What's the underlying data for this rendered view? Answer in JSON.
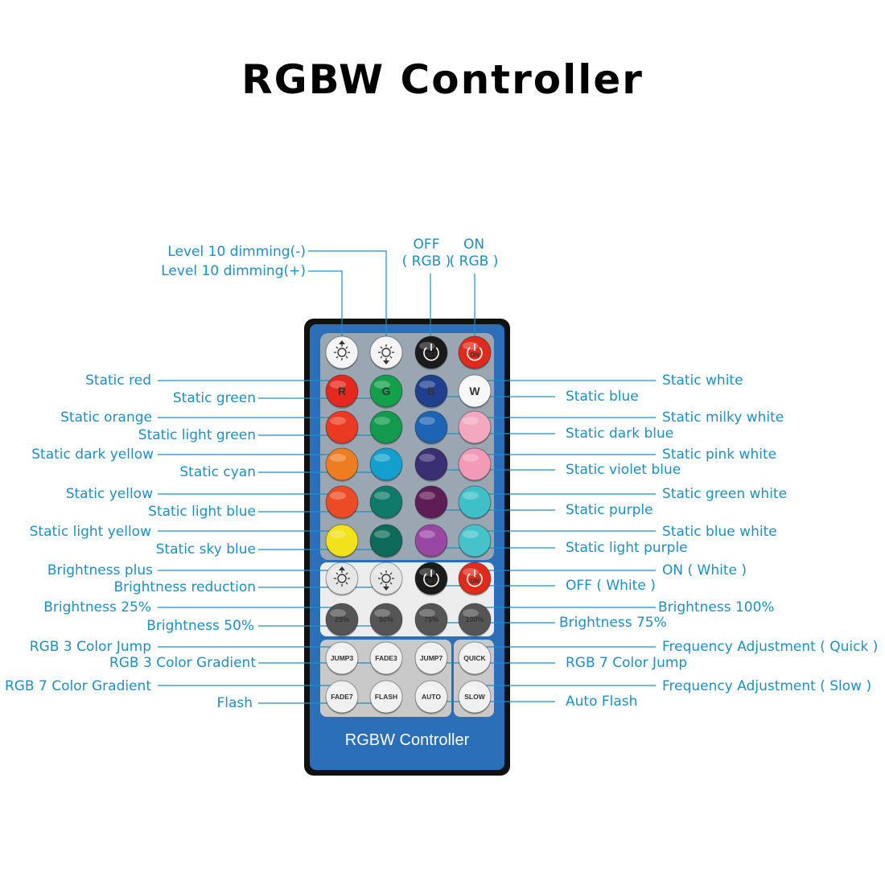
{
  "title": "RGBW Controller",
  "remote": {
    "footer": "RGBW Controller",
    "body_color": "#2a6fb8",
    "rows": [
      [
        {
          "type": "icon",
          "icon": "brightness-up-icon",
          "name": "level-dimming-plus-button",
          "fill": "#f4f4f4"
        },
        {
          "type": "icon",
          "icon": "brightness-down-icon",
          "name": "level-dimming-minus-button",
          "fill": "#f4f4f4"
        },
        {
          "type": "power",
          "label": "OFF",
          "name": "rgb-off-button",
          "fill": "#1b1b1b"
        },
        {
          "type": "power",
          "label": "ON",
          "name": "rgb-on-button",
          "fill": "#e02a1c"
        }
      ],
      [
        {
          "type": "color",
          "label": "R",
          "name": "static-red-button",
          "fill": "#e5281e"
        },
        {
          "type": "color",
          "label": "G",
          "name": "static-green-button",
          "fill": "#14a04b"
        },
        {
          "type": "color",
          "label": "B",
          "name": "static-blue-button",
          "fill": "#1f3f8f"
        },
        {
          "type": "color",
          "label": "W",
          "name": "static-white-button",
          "fill": "#f7f7f7"
        }
      ],
      [
        {
          "type": "color",
          "name": "static-orange-button",
          "fill": "#ea3b22"
        },
        {
          "type": "color",
          "name": "static-light-green-button",
          "fill": "#139a4e"
        },
        {
          "type": "color",
          "name": "static-dark-blue-button",
          "fill": "#1e64b5"
        },
        {
          "type": "color",
          "name": "static-milky-white-button",
          "fill": "#f4a8bf"
        }
      ],
      [
        {
          "type": "color",
          "name": "static-dark-yellow-button",
          "fill": "#ee7d22"
        },
        {
          "type": "color",
          "name": "static-cyan-button",
          "fill": "#14a0cf"
        },
        {
          "type": "color",
          "name": "static-violet-blue-button",
          "fill": "#3a2f72"
        },
        {
          "type": "color",
          "name": "static-pink-white-button",
          "fill": "#f29ab8"
        }
      ],
      [
        {
          "type": "color",
          "name": "static-yellow-button",
          "fill": "#ec4c25"
        },
        {
          "type": "color",
          "name": "static-light-blue-button",
          "fill": "#0f7a6a"
        },
        {
          "type": "color",
          "name": "static-purple-button",
          "fill": "#5e1e55"
        },
        {
          "type": "color",
          "name": "static-green-white-button",
          "fill": "#3fc0c9"
        }
      ],
      [
        {
          "type": "color",
          "name": "static-light-yellow-button",
          "fill": "#f1e21c"
        },
        {
          "type": "color",
          "name": "static-sky-blue-button",
          "fill": "#0e6b5a"
        },
        {
          "type": "color",
          "name": "static-light-purple-button",
          "fill": "#9a47a4"
        },
        {
          "type": "color",
          "name": "static-blue-white-button",
          "fill": "#46c2cb"
        }
      ],
      [
        {
          "type": "icon",
          "icon": "brightness-up-icon",
          "name": "brightness-plus-button",
          "fill": "#e6e6e6"
        },
        {
          "type": "icon",
          "icon": "brightness-down-icon",
          "name": "brightness-reduction-button",
          "fill": "#e6e6e6"
        },
        {
          "type": "power",
          "label": "OFF",
          "name": "white-off-button",
          "fill": "#1b1b1b"
        },
        {
          "type": "power",
          "label": "ON",
          "name": "white-on-button",
          "fill": "#e02a1c"
        }
      ],
      [
        {
          "type": "text",
          "label": "25%",
          "name": "brightness-25-button",
          "fill": "#555555"
        },
        {
          "type": "text",
          "label": "50%",
          "name": "brightness-50-button",
          "fill": "#555555"
        },
        {
          "type": "text",
          "label": "75%",
          "name": "brightness-75-button",
          "fill": "#555555"
        },
        {
          "type": "text",
          "label": "100%",
          "name": "brightness-100-button",
          "fill": "#555555"
        }
      ],
      [
        {
          "type": "mode",
          "label": "JUMP3",
          "name": "jump3-button",
          "fill": "#f0f0f0"
        },
        {
          "type": "mode",
          "label": "FADE3",
          "name": "fade3-button",
          "fill": "#f0f0f0"
        },
        {
          "type": "mode",
          "label": "JUMP7",
          "name": "jump7-button",
          "fill": "#f0f0f0"
        },
        {
          "type": "mode",
          "label": "QUICK",
          "name": "quick-button",
          "fill": "#f0f0f0"
        }
      ],
      [
        {
          "type": "mode",
          "label": "FADE7",
          "name": "fade7-button",
          "fill": "#f0f0f0"
        },
        {
          "type": "mode",
          "label": "FLASH",
          "name": "flash-button",
          "fill": "#f0f0f0"
        },
        {
          "type": "mode",
          "label": "AUTO",
          "name": "auto-button",
          "fill": "#f0f0f0"
        },
        {
          "type": "mode",
          "label": "SLOW",
          "name": "slow-button",
          "fill": "#f0f0f0"
        }
      ]
    ]
  },
  "labels": {
    "level_minus": "Level 10 dimming(-)",
    "level_plus": "Level 10 dimming(+)",
    "off_rgb_1": "OFF",
    "off_rgb_2": "( RGB )",
    "on_rgb_1": "ON",
    "on_rgb_2": "( RGB )",
    "static_red": "Static red",
    "static_green": "Static green",
    "static_orange": "Static orange",
    "static_light_green": "Static light green",
    "static_dark_yellow": "Static dark yellow",
    "static_cyan": "Static cyan",
    "static_yellow": "Static yellow",
    "static_light_blue": "Static light blue",
    "static_light_yellow": "Static light yellow",
    "static_sky_blue": "Static sky blue",
    "brightness_plus": "Brightness plus",
    "brightness_reduction": "Brightness reduction",
    "brightness_25": "Brightness 25%",
    "brightness_50": "Brightness 50%",
    "rgb3_jump": "RGB 3 Color Jump",
    "rgb3_gradient": "RGB 3 Color Gradient",
    "rgb7_gradient": "RGB 7 Color Gradient",
    "flash": "Flash",
    "static_white": "Static white",
    "static_blue": "Static blue",
    "static_milky_white": "Static milky white",
    "static_dark_blue": "Static dark blue",
    "static_pink_white": "Static pink white",
    "static_violet_blue": "Static violet blue",
    "static_green_white": "Static green white",
    "static_purple": "Static purple",
    "static_blue_white": "Static blue white",
    "static_light_purple": "Static light purple",
    "on_white": "ON ( White )",
    "off_white": "OFF ( White )",
    "brightness_100": "Brightness 100%",
    "brightness_75": "Brightness 75%",
    "freq_quick": "Frequency Adjustment ( Quick )",
    "rgb7_jump": "RGB 7 Color Jump",
    "freq_slow": "Frequency Adjustment ( Slow )",
    "auto_flash": "Auto Flash"
  },
  "label_color": "#1c8fc4"
}
